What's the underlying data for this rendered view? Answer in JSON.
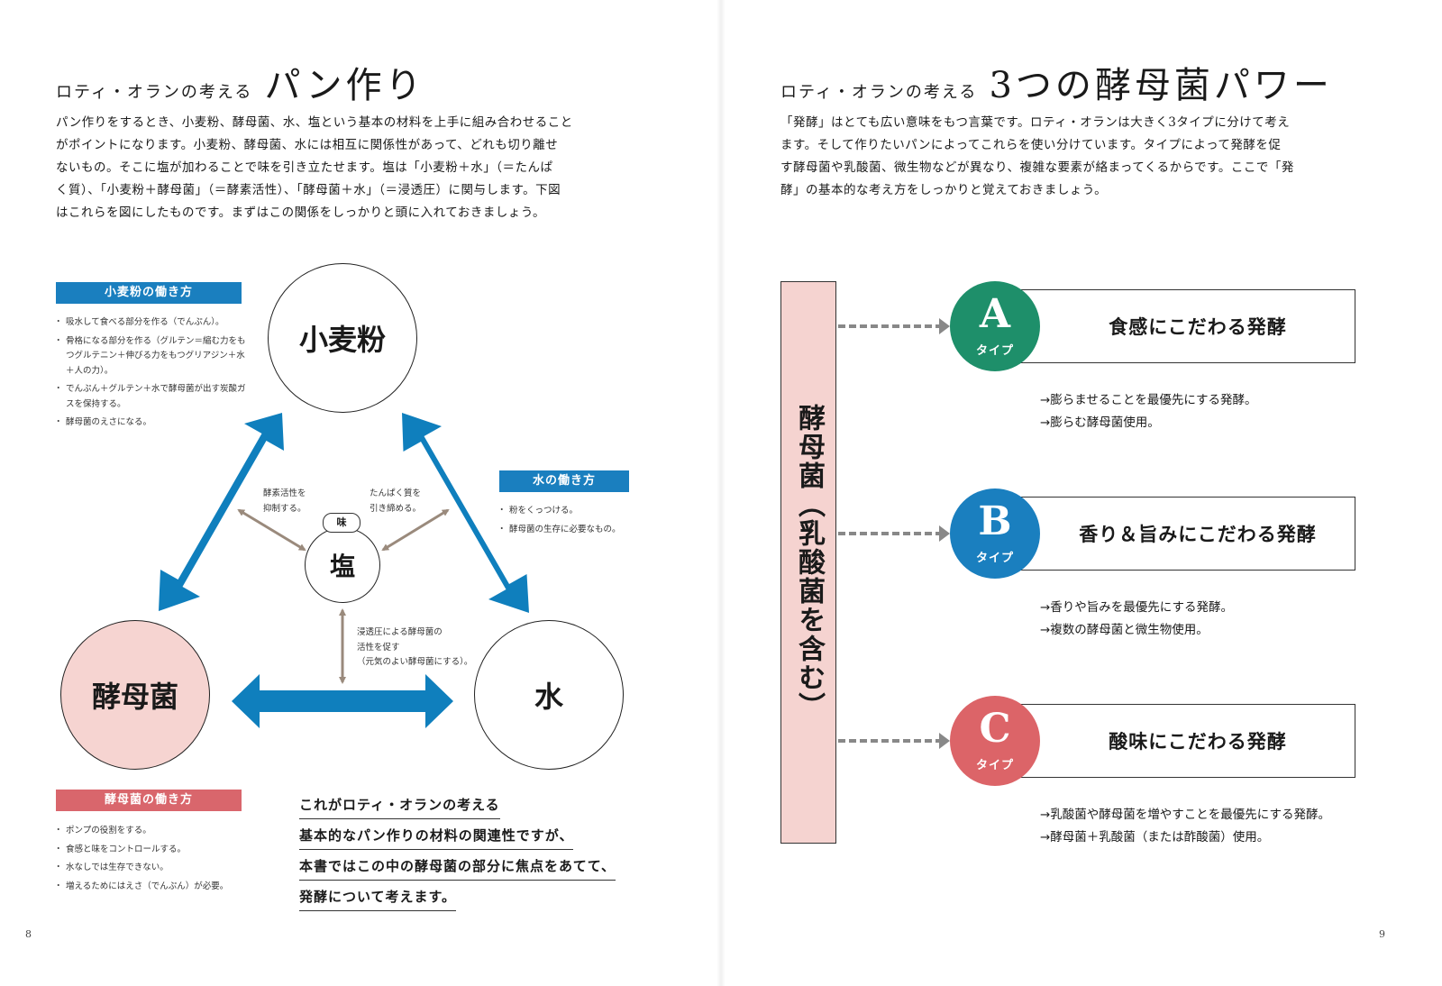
{
  "left_page": {
    "kicker": "ロティ・オランの考える",
    "title": "パン作り",
    "intro": [
      "パン作りをするとき、小麦粉、酵母菌、水、塩という基本の材料を上手に組み合わせること",
      "がポイントになります。小麦粉、酵母菌、水には相互に関係性があって、どれも切り離せ",
      "ないもの。そこに塩が加わることで味を引き立たせます。塩は「小麦粉＋水」（＝たんぱ",
      "く質）、「小麦粉＋酵母菌」（＝酵素活性）、「酵母菌＋水」（＝浸透圧）に関与します。下図",
      "はこれらを図にしたものです。まずはこの関係をしっかりと頭に入れておきましょう。"
    ],
    "circles": {
      "flour": "小麦粉",
      "yeast": "酵母菌",
      "water": "水",
      "salt": "塩",
      "taste_tag": "味"
    },
    "flour_box": {
      "label": "小麦粉の働き方",
      "items": [
        "吸水して食べる部分を作る（でんぷん）。",
        "骨格になる部分を作る（グルテン＝縮む力をもつグルテニン＋伸びる力をもつグリアジン＋水＋人の力）。",
        "でんぷん＋グルテン＋水で酵母菌が出す炭酸ガスを保持する。",
        "酵母菌のえさになる。"
      ]
    },
    "water_box": {
      "label": "水の働き方",
      "items": [
        "粉をくっつける。",
        "酵母菌の生存に必要なもの。"
      ]
    },
    "yeast_box": {
      "label": "酵母菌の働き方",
      "items": [
        "ポンプの役割をする。",
        "食感と味をコントロールする。",
        "水なしでは生存できない。",
        "増えるためにはえさ（でんぷん）が必要。"
      ]
    },
    "salt_notes": {
      "enzyme": [
        "酵素活性を",
        "抑制する。"
      ],
      "protein": [
        "たんぱく質を",
        "引き締める。"
      ],
      "osmosis": [
        "浸透圧による酵母菌の",
        "活性を促す",
        "（元気のよい酵母菌にする）。"
      ]
    },
    "summary": [
      "これがロティ・オランの考える",
      "基本的なパン作りの材料の関連性ですが、",
      "本書ではこの中の酵母菌の部分に焦点をあてて、",
      "発酵について考えます。"
    ],
    "page_number": "8"
  },
  "right_page": {
    "kicker": "ロティ・オランの考える",
    "title": "3つの酵母菌パワー",
    "intro": [
      "「発酵」はとても広い意味をもつ言葉です。ロティ・オランは大きく3タイプに分けて考え",
      "ます。そして作りたいパンによってこれらを使い分けています。タイプによって発酵を促",
      "す酵母菌や乳酸菌、微生物などが異なり、複雑な要素が絡まってくるからです。ここで「発",
      "酵」の基本的な考え方をしっかりと覚えておきましょう。"
    ],
    "pillar": "酵母菌（乳酸菌を含む）",
    "types": [
      {
        "letter": "A",
        "sub": "タイプ",
        "title": "食感にこだわる発酵",
        "color": "#1e8f6a",
        "desc": [
          "→膨らませることを最優先にする発酵。",
          "→膨らむ酵母菌使用。"
        ]
      },
      {
        "letter": "B",
        "sub": "タイプ",
        "title": "香り＆旨みにこだわる発酵",
        "color": "#1a7fbf",
        "desc": [
          "→香りや旨みを最優先にする発酵。",
          "→複数の酵母菌と微生物使用。"
        ]
      },
      {
        "letter": "C",
        "sub": "タイプ",
        "title": "酸味にこだわる発酵",
        "color": "#dc6468",
        "desc": [
          "→乳酸菌や酵母菌を増やすことを最優先にする発酵。",
          "→酵母菌＋乳酸菌（または酢酸菌）使用。"
        ]
      }
    ],
    "page_number": "9"
  },
  "colors": {
    "blue_arrow": "#0f7fbd",
    "tag_blue": "#1a7fbf",
    "tag_pink": "#d9666c",
    "yeast_fill": "#f6d4d1",
    "brown_arrow": "#9a8a7c"
  }
}
